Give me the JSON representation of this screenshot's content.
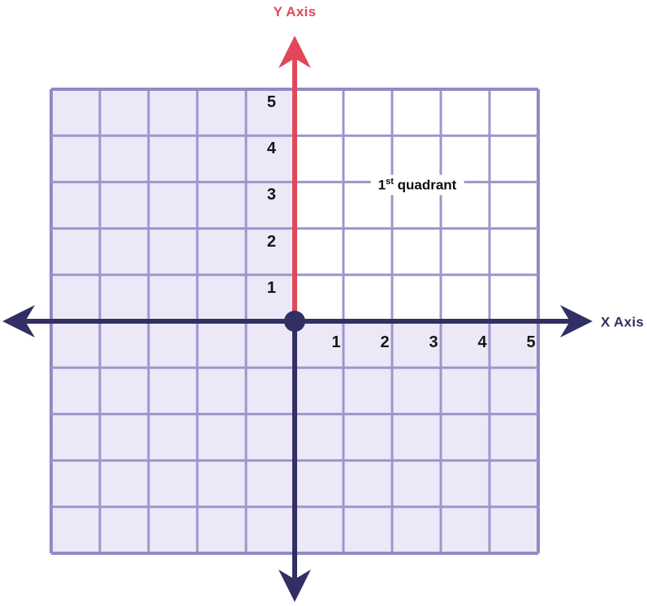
{
  "diagram": {
    "type": "coordinate-plane",
    "x_axis": {
      "label": "X Axis",
      "tick_labels": [
        "1",
        "2",
        "3",
        "4",
        "5"
      ],
      "color": "#312f63"
    },
    "y_axis": {
      "label": "Y Axis",
      "tick_labels": [
        "1",
        "2",
        "3",
        "4",
        "5"
      ],
      "positive_color": "#e0475a",
      "negative_color": "#312f63"
    },
    "quadrant_label": {
      "number": "1",
      "ordinal_suffix": "st",
      "text": " quadrant"
    },
    "grid": {
      "columns": 10,
      "rows": 10,
      "line_color": "#9a97cc",
      "outer_border_color": "#8f8cc4",
      "shaded_fill": "#ece8f8",
      "first_quadrant_fill": "#ffffff"
    },
    "origin": {
      "dot_color": "#312f63"
    },
    "tick_text_color": "#161616"
  }
}
